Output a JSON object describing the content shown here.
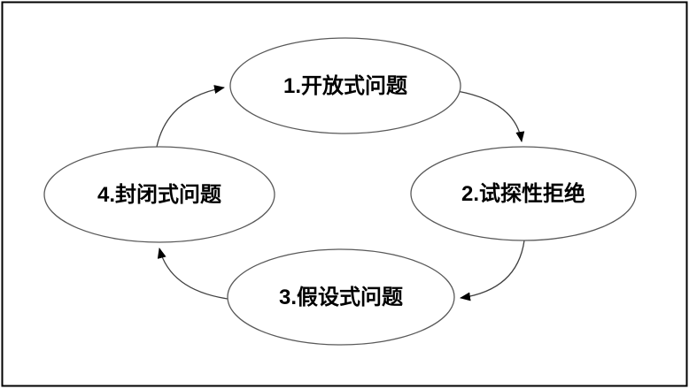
{
  "diagram": {
    "type": "cycle",
    "nodes": [
      {
        "id": "open-question",
        "label": "1.开放式问题"
      },
      {
        "id": "tentative-rejection",
        "label": "2.试探性拒绝"
      },
      {
        "id": "hypothetical-question",
        "label": "3.假设式问题"
      },
      {
        "id": "closed-question",
        "label": "4.封闭式问题"
      }
    ],
    "edges": [
      {
        "from": "1.开放式问题",
        "to": "2.试探性拒绝"
      },
      {
        "from": "2.试探性拒绝",
        "to": "3.假设式问题"
      },
      {
        "from": "3.假设式问题",
        "to": "4.封闭式问题"
      },
      {
        "from": "4.封闭式问题",
        "to": "1.开放式问题"
      }
    ]
  },
  "colors": {
    "background": "#ffffff",
    "frame_border": "#000000",
    "ellipse_stroke": "#595959",
    "ellipse_fill": "#ffffff",
    "arrow_line": "#404040",
    "arrowhead": "#000000",
    "text": "#000000"
  }
}
